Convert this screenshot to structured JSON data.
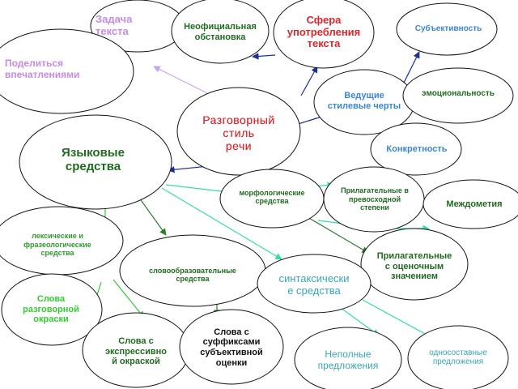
{
  "colors": {
    "purple_text": "#c58be6",
    "dark_green_text": "#1f6b1f",
    "green_text": "#2f9a2f",
    "bright_green_text": "#33cc33",
    "blue_text": "#3b86d6",
    "red_text": "#d9262b",
    "black_text": "#111111",
    "teal_text": "#3aa6b8",
    "arrow_green": "#33cc33",
    "arrow_darkgreen": "#2b7d2b",
    "arrow_teal": "#33ddaa",
    "arrow_navy": "#1b2f9a",
    "arrow_lilac": "#c8a3ee"
  },
  "nodes": {
    "task": "Задача\nтекста",
    "informal": "Неофициальная\nобстановка",
    "sphere": "Сфера\nупотребления\nтекста",
    "subjectivity": "Субъективность",
    "share": "Поделиться\nвпечатлениями",
    "leading_features": "Ведущие\nстилевые  черты",
    "emotionality": "эмоциональность",
    "center": "Разговорный\nстиль\nречи",
    "lang_means": "Языковые\nсредства",
    "concreteness": "Конкретность",
    "morph": "морфологические\nсредства",
    "superlative": "Прилагательные в\nпревосходной\nстепени",
    "interjections": "Междометия",
    "lexical": "лексические  и\nфразеологические\nсредства",
    "word_formation": "словообразовательные\nсредства",
    "evaluative_adj": "Прилагательные\nс оценочным\nзначением",
    "syntax": "синтаксически\nе средства",
    "colloquial_words": "Слова\nразговорной\nокраски",
    "expressive_words": "Слова с\nэкспрессивно\nй окраской",
    "suffix_words": "Слова с\nсуффиксами\nсубъективной\nоценки",
    "incomplete": "Неполные\nпредложения",
    "one_part": "односоставные\nпредложения"
  }
}
